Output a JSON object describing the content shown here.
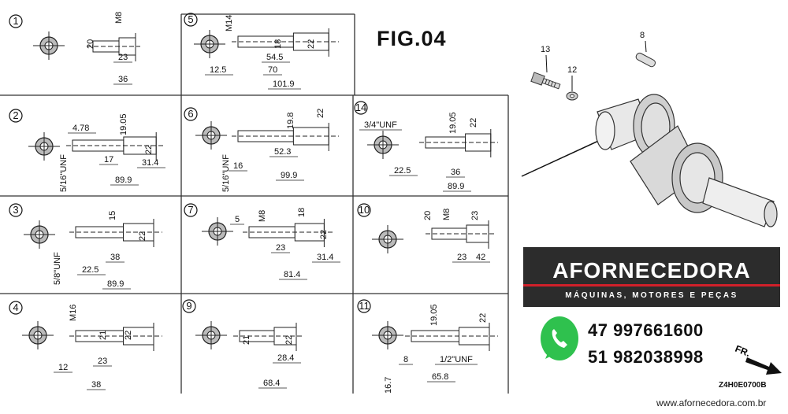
{
  "figure_title": "FIG.04",
  "cells": [
    {
      "id": "1",
      "labels": [
        "M8",
        "20",
        "23",
        "36"
      ]
    },
    {
      "id": "5",
      "labels": [
        "M14",
        "18",
        "22",
        "54.5",
        "12.5",
        "70",
        "101.9"
      ]
    },
    {
      "id": "2",
      "labels": [
        "4.78",
        "19.05",
        "22",
        "17",
        "31.4",
        "5/16\"UNF",
        "89.9"
      ]
    },
    {
      "id": "6",
      "labels": [
        "19.8",
        "22",
        "52.3",
        "5/16\"UNF",
        "16",
        "99.9"
      ]
    },
    {
      "id": "14",
      "labels": [
        "3/4\"UNF",
        "19.05",
        "22",
        "22.5",
        "36",
        "89.9"
      ]
    },
    {
      "id": "3",
      "labels": [
        "15",
        "22",
        "38",
        "5/8\"UNF",
        "22.5",
        "89.9"
      ]
    },
    {
      "id": "7",
      "labels": [
        "5",
        "M8",
        "18",
        "22",
        "23",
        "31.4",
        "81.4"
      ]
    },
    {
      "id": "10",
      "labels": [
        "20",
        "M8",
        "23",
        "23",
        "42"
      ]
    },
    {
      "id": "4",
      "labels": [
        "M16",
        "21",
        "22",
        "12",
        "23",
        "38"
      ]
    },
    {
      "id": "9",
      "labels": [
        "21",
        "22",
        "28.4",
        "68.4"
      ]
    },
    {
      "id": "11",
      "labels": [
        "19.05",
        "22",
        "8",
        "16.7",
        "1/2\"UNF",
        "65.8"
      ]
    }
  ],
  "parts": {
    "p13": "13",
    "p12": "12",
    "p8": "8"
  },
  "brand": {
    "name": "AFORNECEDORA",
    "tagline": "MÁQUINAS, MOTORES E PEÇAS",
    "accent": "#d0202a",
    "bg": "#2c2c2c"
  },
  "contact": {
    "phone1": "47 997661600",
    "phone2": "51 982038998"
  },
  "direction": "FR.",
  "diagram_code": "Z4H0E0700B",
  "website": "www.afornecedora.com.br"
}
